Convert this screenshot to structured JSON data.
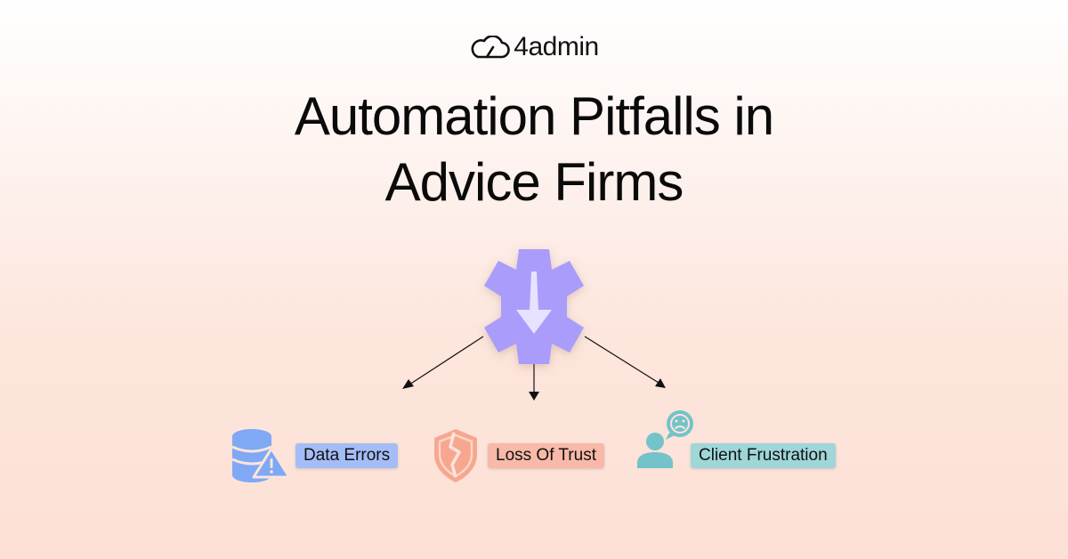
{
  "logo": {
    "icon": "cloud-icon",
    "text": "4admin"
  },
  "title": {
    "line1": "Automation Pitfalls in",
    "line2": "Advice Firms"
  },
  "center": {
    "icon": "gear-down-arrow-icon",
    "color": "#a99cfb",
    "arrow_color": "#e6e2ff"
  },
  "outcomes": [
    {
      "label": "Data Errors",
      "icon": "database-warning-icon",
      "color": "#7fa8f5",
      "label_bg": "#a5bdf7"
    },
    {
      "label": "Loss Of Trust",
      "icon": "broken-shield-icon",
      "color": "#f7a790",
      "label_bg": "#f8b9a8"
    },
    {
      "label": "Client Frustration",
      "icon": "frustrated-user-icon",
      "color": "#73c3c9",
      "label_bg": "#9fd6d8"
    }
  ]
}
